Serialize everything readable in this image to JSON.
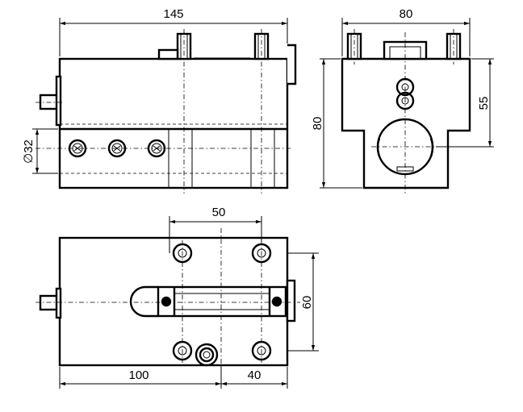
{
  "drawing": {
    "dimensions": {
      "front_width": "145",
      "side_width": "80",
      "side_height": "80",
      "side_55": "55",
      "bore_diameter": "∅32",
      "top_spacing": "50",
      "top_height": "60",
      "bottom_left": "100",
      "bottom_right": "40"
    }
  }
}
